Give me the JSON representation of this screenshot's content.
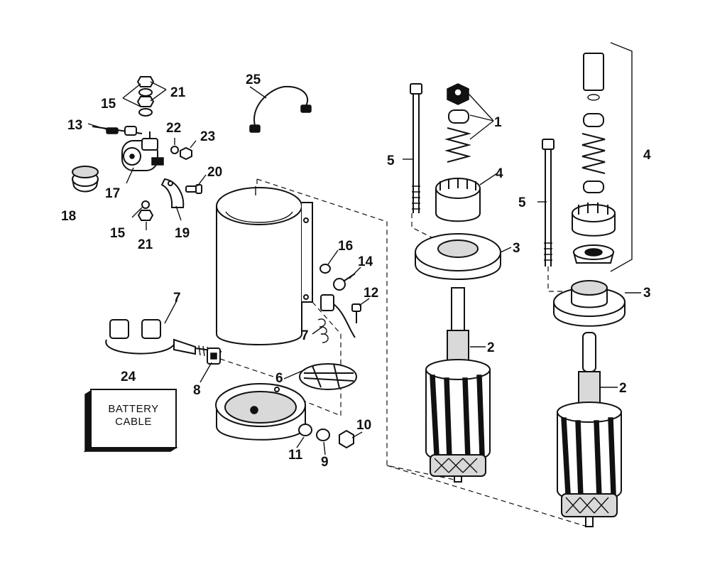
{
  "box_label": {
    "line1": "BATTERY",
    "line2": "CABLE"
  },
  "callouts": {
    "c1": "1",
    "c2a": "2",
    "c2b": "2",
    "c3a": "3",
    "c3b": "3",
    "c4a": "4",
    "c4b": "4",
    "c5a": "5",
    "c5b": "5",
    "c6": "6",
    "c7a": "7",
    "c7b": "7",
    "c8": "8",
    "c9": "9",
    "c10": "10",
    "c11": "11",
    "c12": "12",
    "c13": "13",
    "c14": "14",
    "c15a": "15",
    "c15b": "15",
    "c16": "16",
    "c17": "17",
    "c18": "18",
    "c19": "19",
    "c20": "20",
    "c21a": "21",
    "c21b": "21",
    "c22": "22",
    "c23": "23",
    "c24": "24",
    "c25": "25"
  }
}
